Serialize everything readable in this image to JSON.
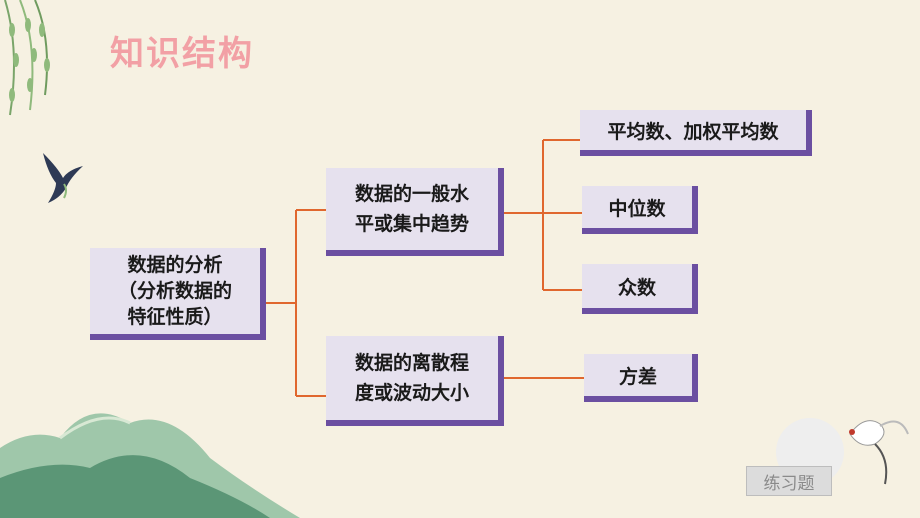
{
  "title": "知识结构",
  "root": {
    "line1": "数据的分析",
    "line2": "（分析数据的",
    "line3": "特征性质）"
  },
  "branch_central": {
    "line1": "数据的一般水",
    "line2": "平或集中趋势"
  },
  "branch_dispersion": {
    "line1": "数据的离散程",
    "line2": "度或波动大小"
  },
  "leaves": {
    "mean": "平均数、加权平均数",
    "median": "中位数",
    "mode": "众数",
    "variance": "方差"
  },
  "exercise_button": "练习题",
  "colors": {
    "background": "#f6f1e2",
    "title": "#f2a0a5",
    "box_fill": "#e6e1ee",
    "box_shadow": "#6b4fa1",
    "connector": "#e0672e"
  },
  "icons": [
    "willow-branch-icon",
    "swallow-icon",
    "crane-icon",
    "moon-icon",
    "mountain-icon"
  ]
}
